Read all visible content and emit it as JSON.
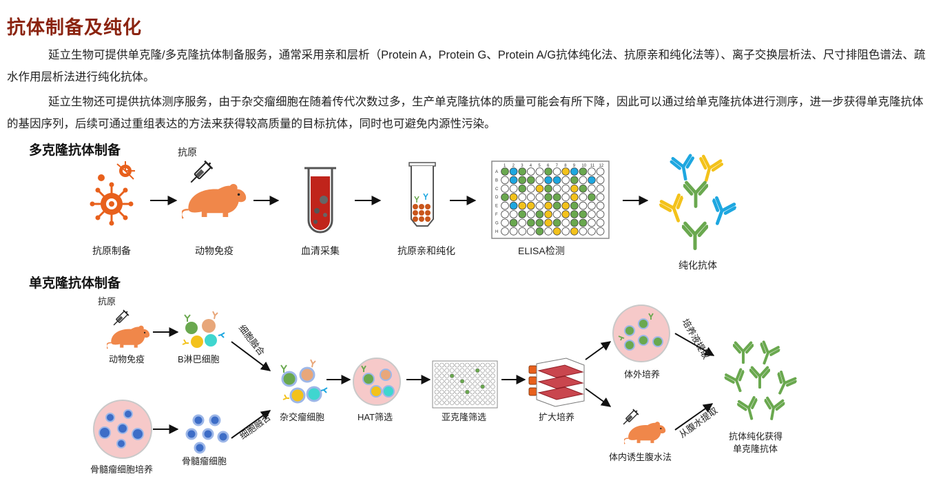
{
  "title": "抗体制备及纯化",
  "paragraphs": [
    "延立生物可提供单克隆/多克隆抗体制备服务，通常采用亲和层析（Protein A，Protein G、Protein A/G抗体纯化法、抗原亲和纯化法等）、离子交换层析法、尺寸排阻色谱法、疏水作用层析法进行纯化抗体。",
    "延立生物还可提供抗体测序服务，由于杂交瘤细胞在随着传代次数过多，生产单克隆抗体的质量可能会有所下降，因此可以通过给单克隆抗体进行测序，进一步获得单克隆抗体的基因序列，后续可通过重组表达的方法来获得较高质量的目标抗体，同时也可避免内源性污染。"
  ],
  "polyclonal": {
    "heading": "多克隆抗体制备",
    "antigen_label": "抗原",
    "steps": [
      "抗原制备",
      "动物免疫",
      "血清采集",
      "抗原亲和纯化",
      "ELISA检测",
      "纯化抗体"
    ],
    "plate_rows": [
      "A",
      "B",
      "C",
      "D",
      "E",
      "F",
      "G",
      "H"
    ],
    "plate_cols": [
      "1",
      "2",
      "3",
      "4",
      "5",
      "6",
      "7",
      "8",
      "9",
      "10",
      "11",
      "12"
    ]
  },
  "monoclonal": {
    "heading": "单克隆抗体制备",
    "antigen_label": "抗原",
    "immunize": "动物免疫",
    "b_cells": "B淋巴细胞",
    "myeloma_culture": "骨髓瘤细胞培养",
    "myeloma_cells": "骨髓瘤细胞",
    "fusion_top": "细胞融合",
    "fusion_bottom": "细胞融合",
    "hybridoma": "杂交瘤细胞",
    "hat": "HAT筛选",
    "subclone": "亚克隆筛选",
    "expand": "扩大培养",
    "in_vitro": "体外培养",
    "in_vivo": "体内诱生腹水法",
    "supernatant": "培养液提取",
    "ascites": "从腹水提取",
    "final_line1": "抗体纯化获得",
    "final_line2": "单克隆抗体"
  },
  "colors": {
    "title": "#8b2410",
    "orange": "#e8601c",
    "mouse": "#f0874a",
    "green": "#6aa84f",
    "blue": "#1ea7e0",
    "yellow": "#f3c21b",
    "red": "#c0392b",
    "pink": "#f6c9c9"
  }
}
